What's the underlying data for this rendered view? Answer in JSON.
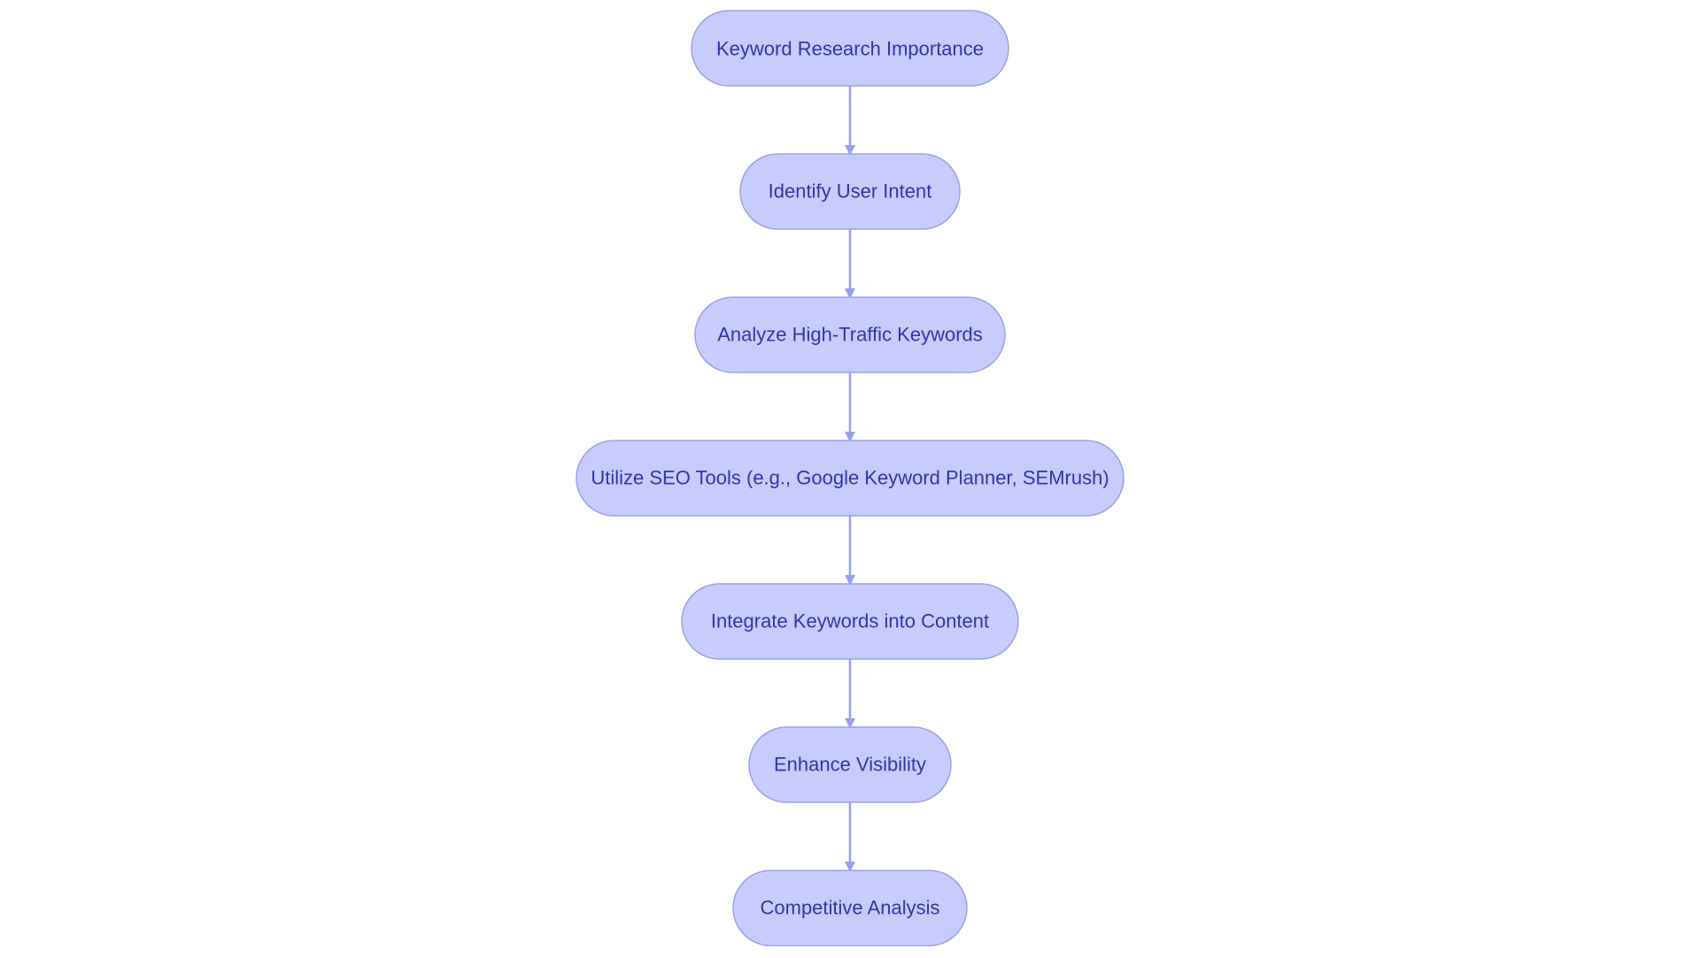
{
  "diagram": {
    "colors": {
      "node_fill": "#c8ccfd",
      "node_stroke": "#9aa0e6",
      "text": "#3333a8",
      "edge": "#9aa0e6"
    },
    "nodes": [
      {
        "id": "n1",
        "label": "Keyword Research Importance"
      },
      {
        "id": "n2",
        "label": "Identify User Intent"
      },
      {
        "id": "n3",
        "label": "Analyze High-Traffic Keywords"
      },
      {
        "id": "n4",
        "label": "Utilize SEO Tools (e.g., Google Keyword Planner, SEMrush)"
      },
      {
        "id": "n5",
        "label": "Integrate Keywords into Content"
      },
      {
        "id": "n6",
        "label": "Enhance Visibility"
      },
      {
        "id": "n7",
        "label": "Competitive Analysis"
      }
    ],
    "edges": [
      {
        "from": "n1",
        "to": "n2"
      },
      {
        "from": "n2",
        "to": "n3"
      },
      {
        "from": "n3",
        "to": "n4"
      },
      {
        "from": "n4",
        "to": "n5"
      },
      {
        "from": "n5",
        "to": "n6"
      },
      {
        "from": "n6",
        "to": "n7"
      }
    ]
  }
}
